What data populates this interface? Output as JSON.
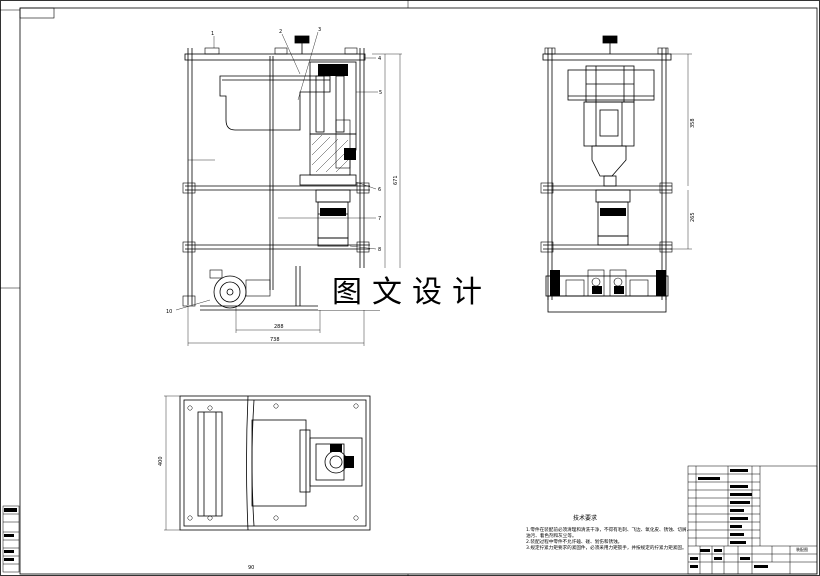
{
  "overlay": {
    "title": "图文设计"
  },
  "technical_requirements": {
    "title": "技术要求",
    "notes": [
      "1.零件在装配前必须清理和清洗干净，不得有毛刺、飞边、氧化皮、锈蚀、切屑、",
      "  油污、着色剂和灰尘等。",
      "2.装配过程中零件不允许磕、碰、划伤和锈蚀。",
      "3.规定拧紧力矩要求的紧固件，必须采用力矩扳手，并按规定的拧紧力矩紧固。"
    ]
  },
  "balloons": [
    "1",
    "2",
    "3",
    "4",
    "5",
    "6",
    "7",
    "8",
    "10"
  ],
  "dimensions": {
    "overall_height": "671",
    "base_length": "738",
    "base_width": "288",
    "side_height_upper": "358",
    "side_height_lower": "265",
    "plan_width": "400",
    "bottom_mark": "90"
  },
  "title_block": {
    "name_cell": "装配图"
  },
  "colors": {
    "line": "#000000",
    "background": "#ffffff"
  }
}
